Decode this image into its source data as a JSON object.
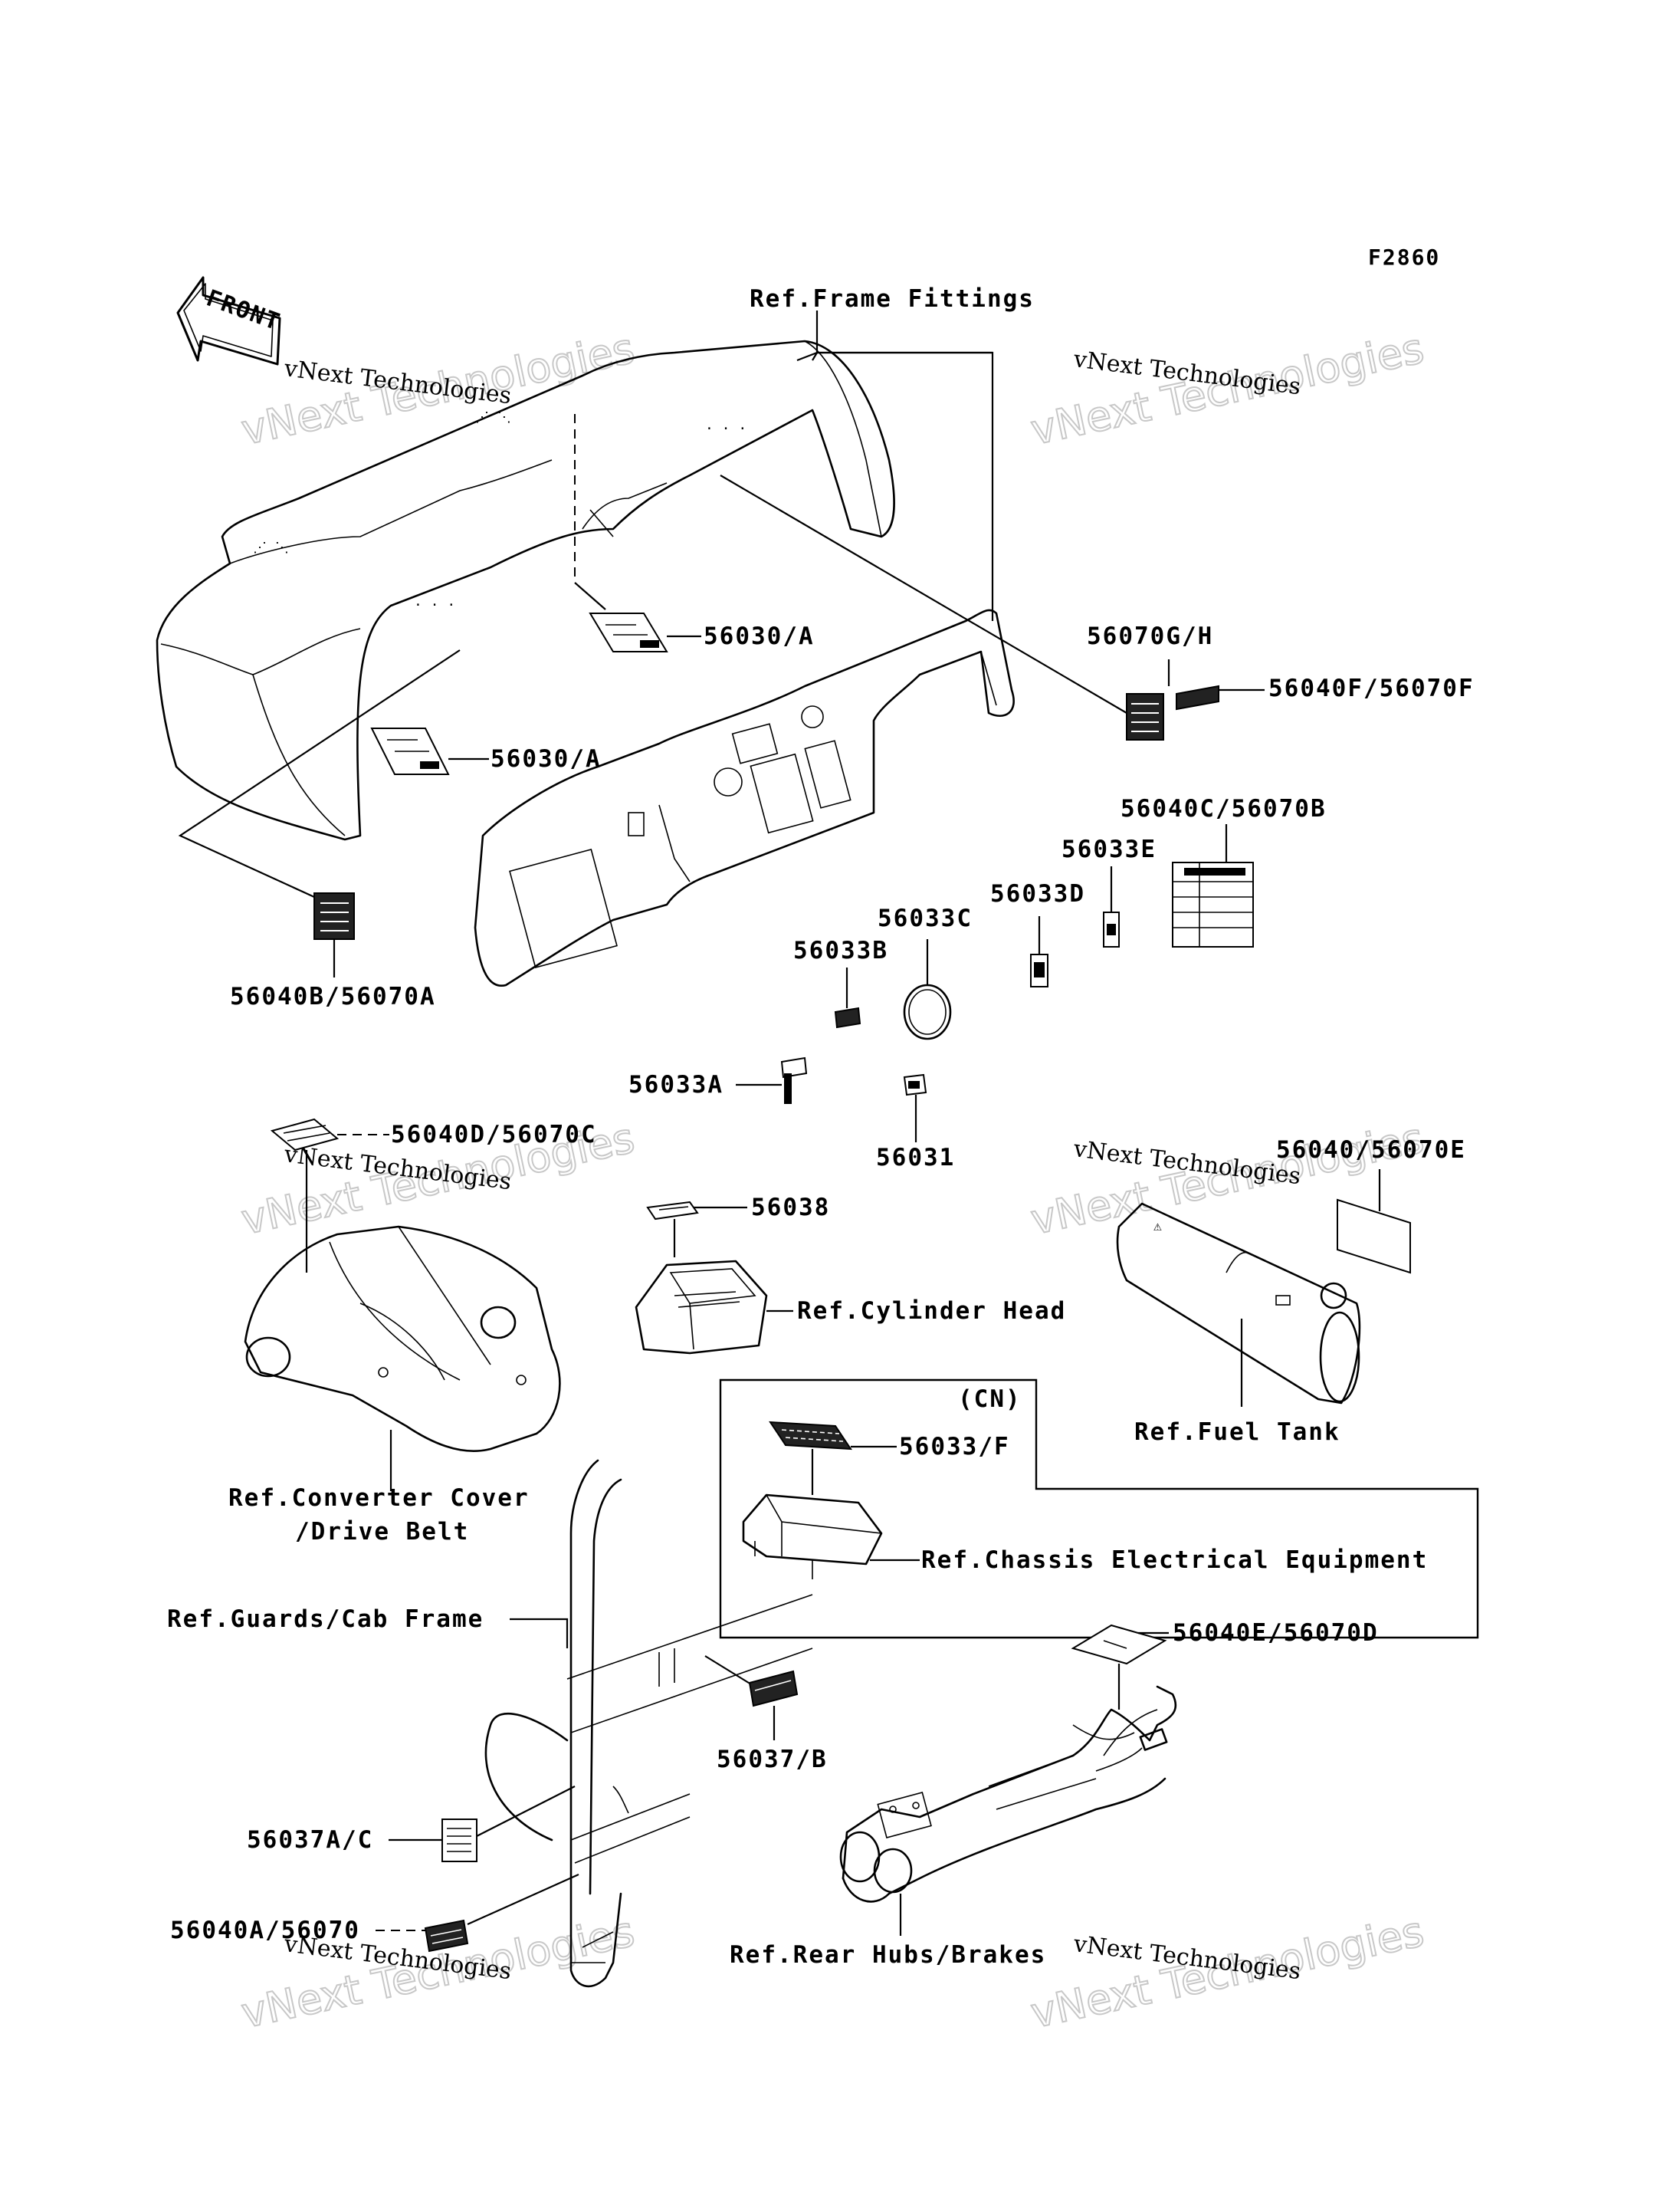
{
  "diagram_code": "F2860",
  "front_arrow_label": "FRONT",
  "watermark": {
    "large": "vNext Technologies",
    "small": "vNext Technologies"
  },
  "callouts": {
    "ref_frame_fittings": "Ref.Frame Fittings",
    "p_56030_a_top": "56030/A",
    "p_56030_a_bottom": "56030/A",
    "p_56070g_h": "56070G/H",
    "p_56040f_56070f": "56040F/56070F",
    "p_56040c_56070b": "56040C/56070B",
    "p_56033e": "56033E",
    "p_56033d": "56033D",
    "p_56033c": "56033C",
    "p_56033b": "56033B",
    "p_56040b_56070a": "56040B/56070A",
    "p_56033a": "56033A",
    "p_56031": "56031",
    "p_56040d_56070c": "56040D/56070C",
    "p_56040_56070e": "56040/56070E",
    "p_56038": "56038",
    "ref_cylinder_head": "Ref.Cylinder Head",
    "cn_box_label": "(CN)",
    "p_56033_f": "56033/F",
    "ref_chassis_electrical": "Ref.Chassis Electrical Equipment",
    "ref_fuel_tank": "Ref.Fuel Tank",
    "ref_converter_cover": "Ref.Converter Cover",
    "ref_drive_belt": "/Drive Belt",
    "ref_guards_cab_frame": "Ref.Guards/Cab Frame",
    "p_56040e_56070d": "56040E/56070D",
    "p_56037_b": "56037/B",
    "p_56037a_c": "56037A/C",
    "p_56040a_56070": "56040A/56070",
    "ref_rear_hubs_brakes": "Ref.Rear Hubs/Brakes"
  }
}
